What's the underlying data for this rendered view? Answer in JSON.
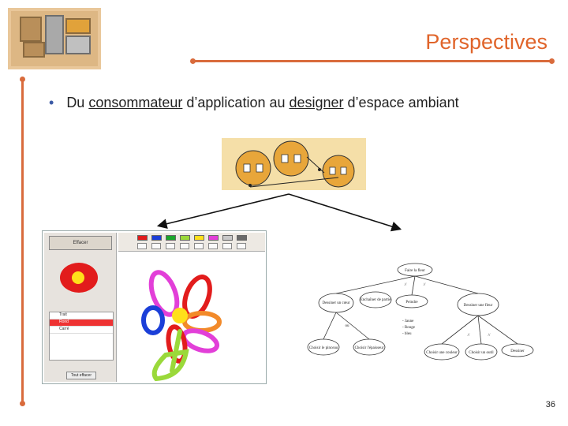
{
  "slide": {
    "title": "Perspectives",
    "page_number": "36",
    "bullet": {
      "marker": "•",
      "text_part1": "Du ",
      "underlined1": "consommateur",
      "text_part2": " d’application au ",
      "underlined2": "designer",
      "text_part3": " d’espace ambiant"
    }
  },
  "paint_app": {
    "effacer_label": "Effacer",
    "list_rows": [
      "Trait",
      "Rond",
      "Carré"
    ],
    "bottom_button": "Tout effacer",
    "palette": [
      "#e11b1b",
      "#1b3fd8",
      "#1aa62a",
      "#9ad93a",
      "#ffe01a",
      "#e23fd8",
      "#c8c8c8",
      "#6a6a6a"
    ]
  },
  "task_tree": {
    "root": "Faire la fleur",
    "nodes": [
      "Dessiner un cœur",
      "Enchaîner de partie",
      "Peindre",
      "Dessiner une fleur",
      "Choisir le pinceau",
      "Choisir l'épaisseur",
      "Choisir une couleur",
      "Choisir un outil",
      "Dessiner"
    ],
    "ops": [
      "//",
      "//",
      "ou",
      "//",
      "//"
    ],
    "notes": [
      "- Jaune",
      "- Rouge",
      "- bleu"
    ]
  },
  "colors": {
    "accent": "#d96b3c",
    "title": "#e0642a"
  }
}
